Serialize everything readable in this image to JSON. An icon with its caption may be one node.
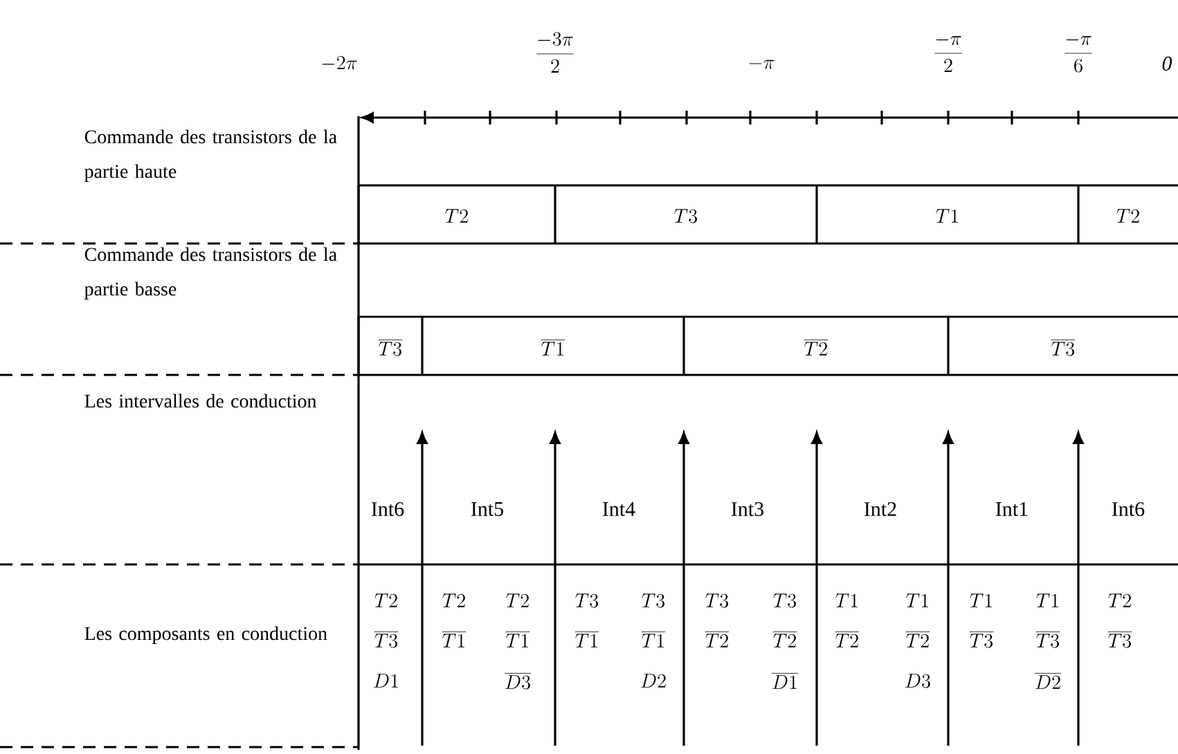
{
  "diagram": {
    "nodes": [
      {
        "text": [
          "T2"
        ]
      },
      {
        "text": [
          "T3"
        ]
      },
      {
        "text": [
          "T1"
        ]
      },
      {
        "text": [
          "T2"
        ]
      },
      {
        "text": [
          "\\overline{T3}"
        ]
      },
      {
        "text": [
          "\\overline{T1}"
        ]
      },
      {
        "text": [
          "\\overline{T2}"
        ]
      },
      {
        "text": [
          "\\overline{T3}"
        ]
      }
    ],
    "labels": [
      "-2\\pi",
      "\\frac{-3\\pi}{2}",
      "-\\pi",
      "\\frac{-\\pi}{2}",
      "\\frac{-\\pi}{6}",
      "0",
      "Commande des transistors de la partie haute",
      "Commande des transistors de la partie basse",
      "Les intervalles de conduction",
      "Int6",
      "Int5",
      "Int4",
      "Int3",
      "Int2",
      "Int1",
      "Int6",
      "Les composants en conduction",
      "T2",
      "\\overline{T3}",
      "D1",
      "T2",
      "\\overline{T1}",
      "T2",
      "\\overline{T1}",
      "\\overline{D3}",
      "T3",
      "\\overline{T1}",
      "T3",
      "\\overline{T1}",
      "D2",
      "T3",
      "\\overline{T2}",
      "T3",
      "\\overline{T2}",
      "\\overline{D1}",
      "T1",
      "\\overline{T2}",
      "T1",
      "\\overline{T2}",
      "D3",
      "T1",
      "\\overline{T3}",
      "T1",
      "\\overline{T3}",
      "\\overline{D2}",
      "T2",
      "\\overline{T3}"
    ]
  }
}
